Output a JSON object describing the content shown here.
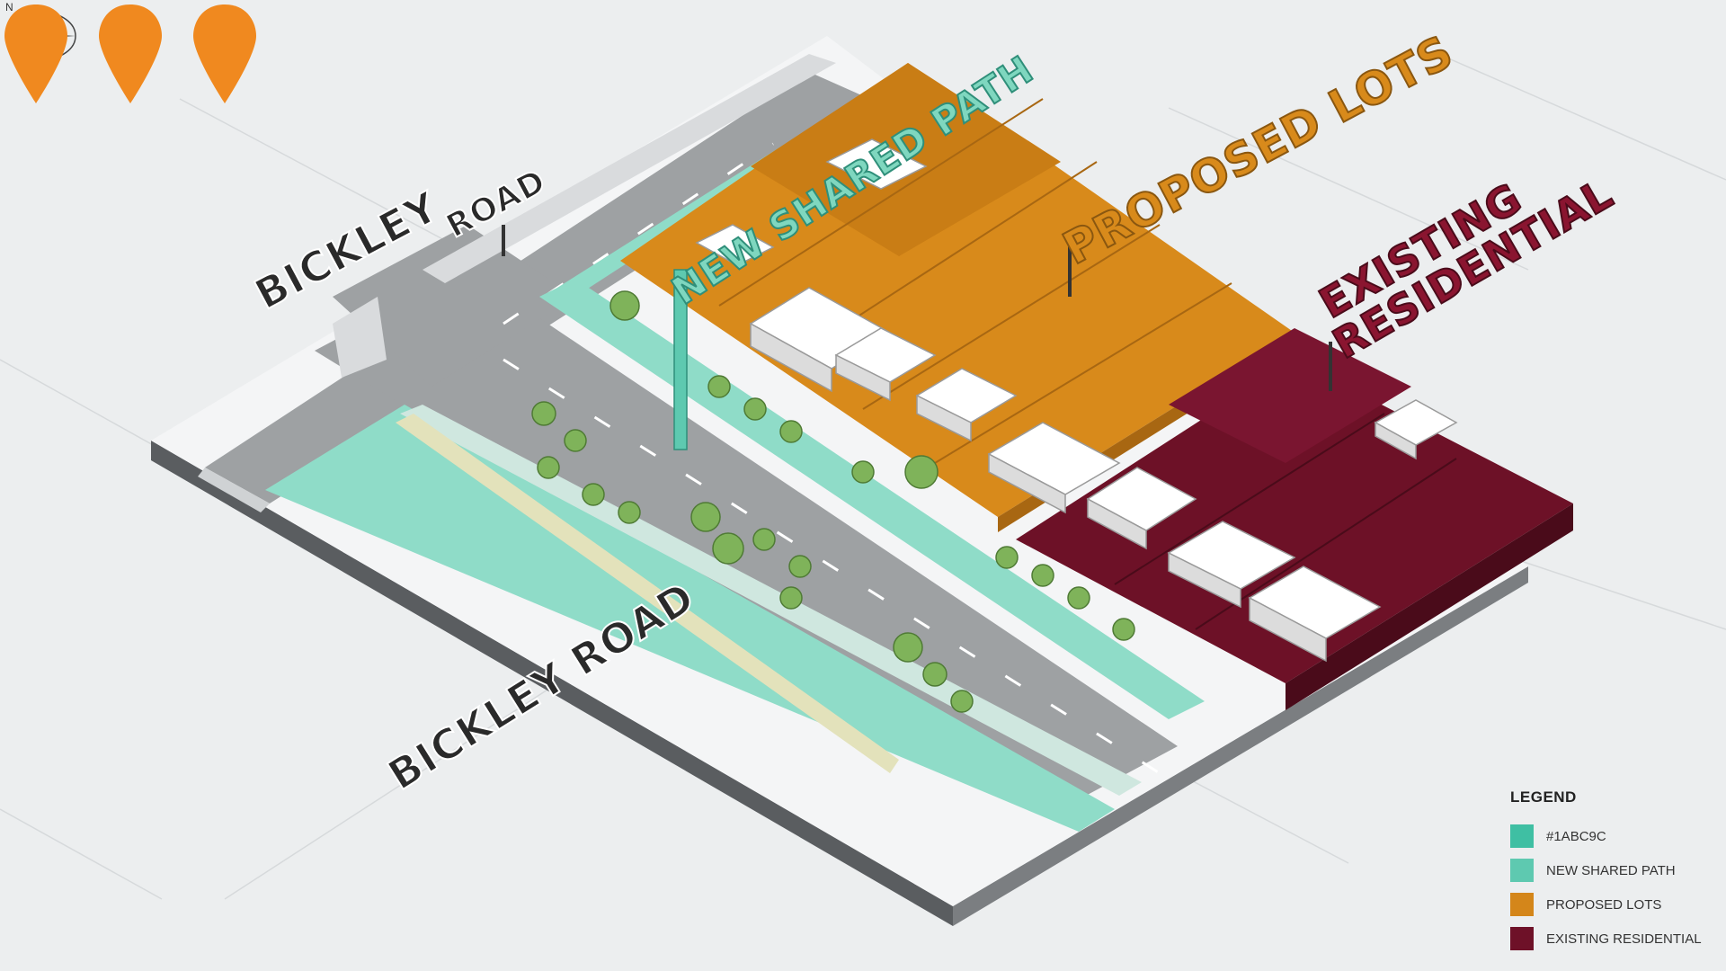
{
  "labels": {
    "road_north": [
      "BICKLEY",
      "ROAD"
    ],
    "road_south": "BICKLEY ROAD",
    "shared_path": "NEW SHARED PATH",
    "proposed_lots": "PROPOSED LOTS",
    "existing_residential": [
      "EXISTING",
      "RESIDENTIAL"
    ]
  },
  "legend": {
    "title": "LEGEND",
    "items": [
      {
        "label": "#1ABC9C",
        "color": "#3fbfa3"
      },
      {
        "label": "NEW SHARED PATH",
        "color": "#5ec9b0"
      },
      {
        "label": "PROPOSED LOTS",
        "color": "#d4861a"
      },
      {
        "label": "EXISTING RESIDENTIAL",
        "color": "#6e1128"
      }
    ]
  },
  "compass": {
    "north_label": "N"
  },
  "colors": {
    "road": "#9ea1a3",
    "path": "#8fdcc8",
    "proposed": "#d88a1b",
    "existing": "#6d1127",
    "tree": "#7fb35a",
    "pin": "#f0891f"
  }
}
